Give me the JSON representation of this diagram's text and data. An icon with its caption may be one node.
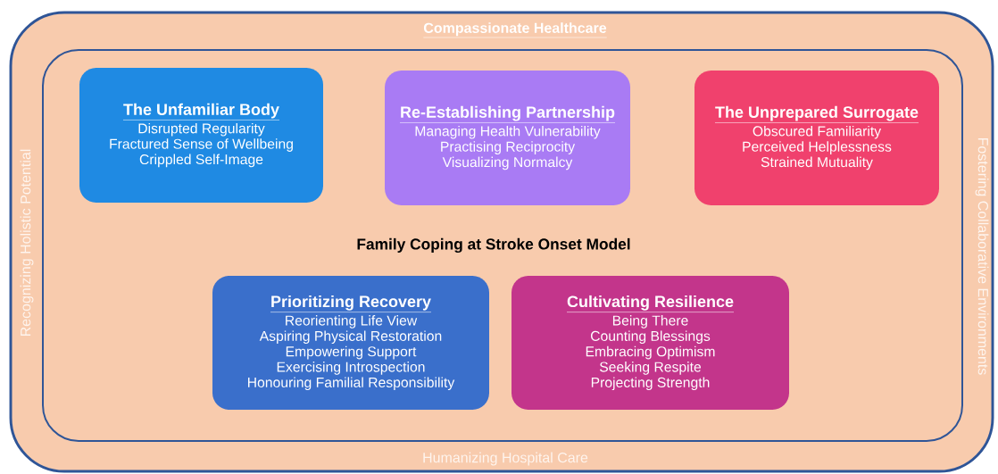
{
  "diagram": {
    "nodes": [
      {
        "text": [
          "Compassionate Healthcare",
          "Recognizing Holistic Potential",
          "Fostering Collaborative Environments",
          "Humanizing Hospital Care"
        ]
      },
      {
        "text": [
          "Family Coping at Stroke Onset Model"
        ],
        "in": 0
      },
      {
        "text": [
          "The Unfamiliar Body",
          "Disrupted Regularity",
          "Fractured Sense of Wellbeing",
          "Crippled Self-Image"
        ],
        "in": 1
      },
      {
        "text": [
          "Re-Establishing Partnership",
          "Managing Health Vulnerability",
          "Practising Reciprocity",
          "Visualizing Normalcy"
        ],
        "in": 1
      },
      {
        "text": [
          "The Unprepared Surrogate",
          "Obscured Familiarity",
          "Perceived Helplessness",
          "Strained Mutuality"
        ],
        "in": 1
      },
      {
        "text": [
          "Prioritizing Recovery",
          "Reorienting Life View",
          "Aspiring Physical Restoration",
          "Empowering Support",
          "Exercising Introspection",
          "Honouring Familial Responsibility"
        ],
        "in": 1
      },
      {
        "text": [
          "Cultivating Resilience",
          "Being There",
          "Counting Blessings",
          "Embracing Optimism",
          "Seeking Respite",
          "Projecting Strength"
        ],
        "in": 1
      }
    ]
  }
}
